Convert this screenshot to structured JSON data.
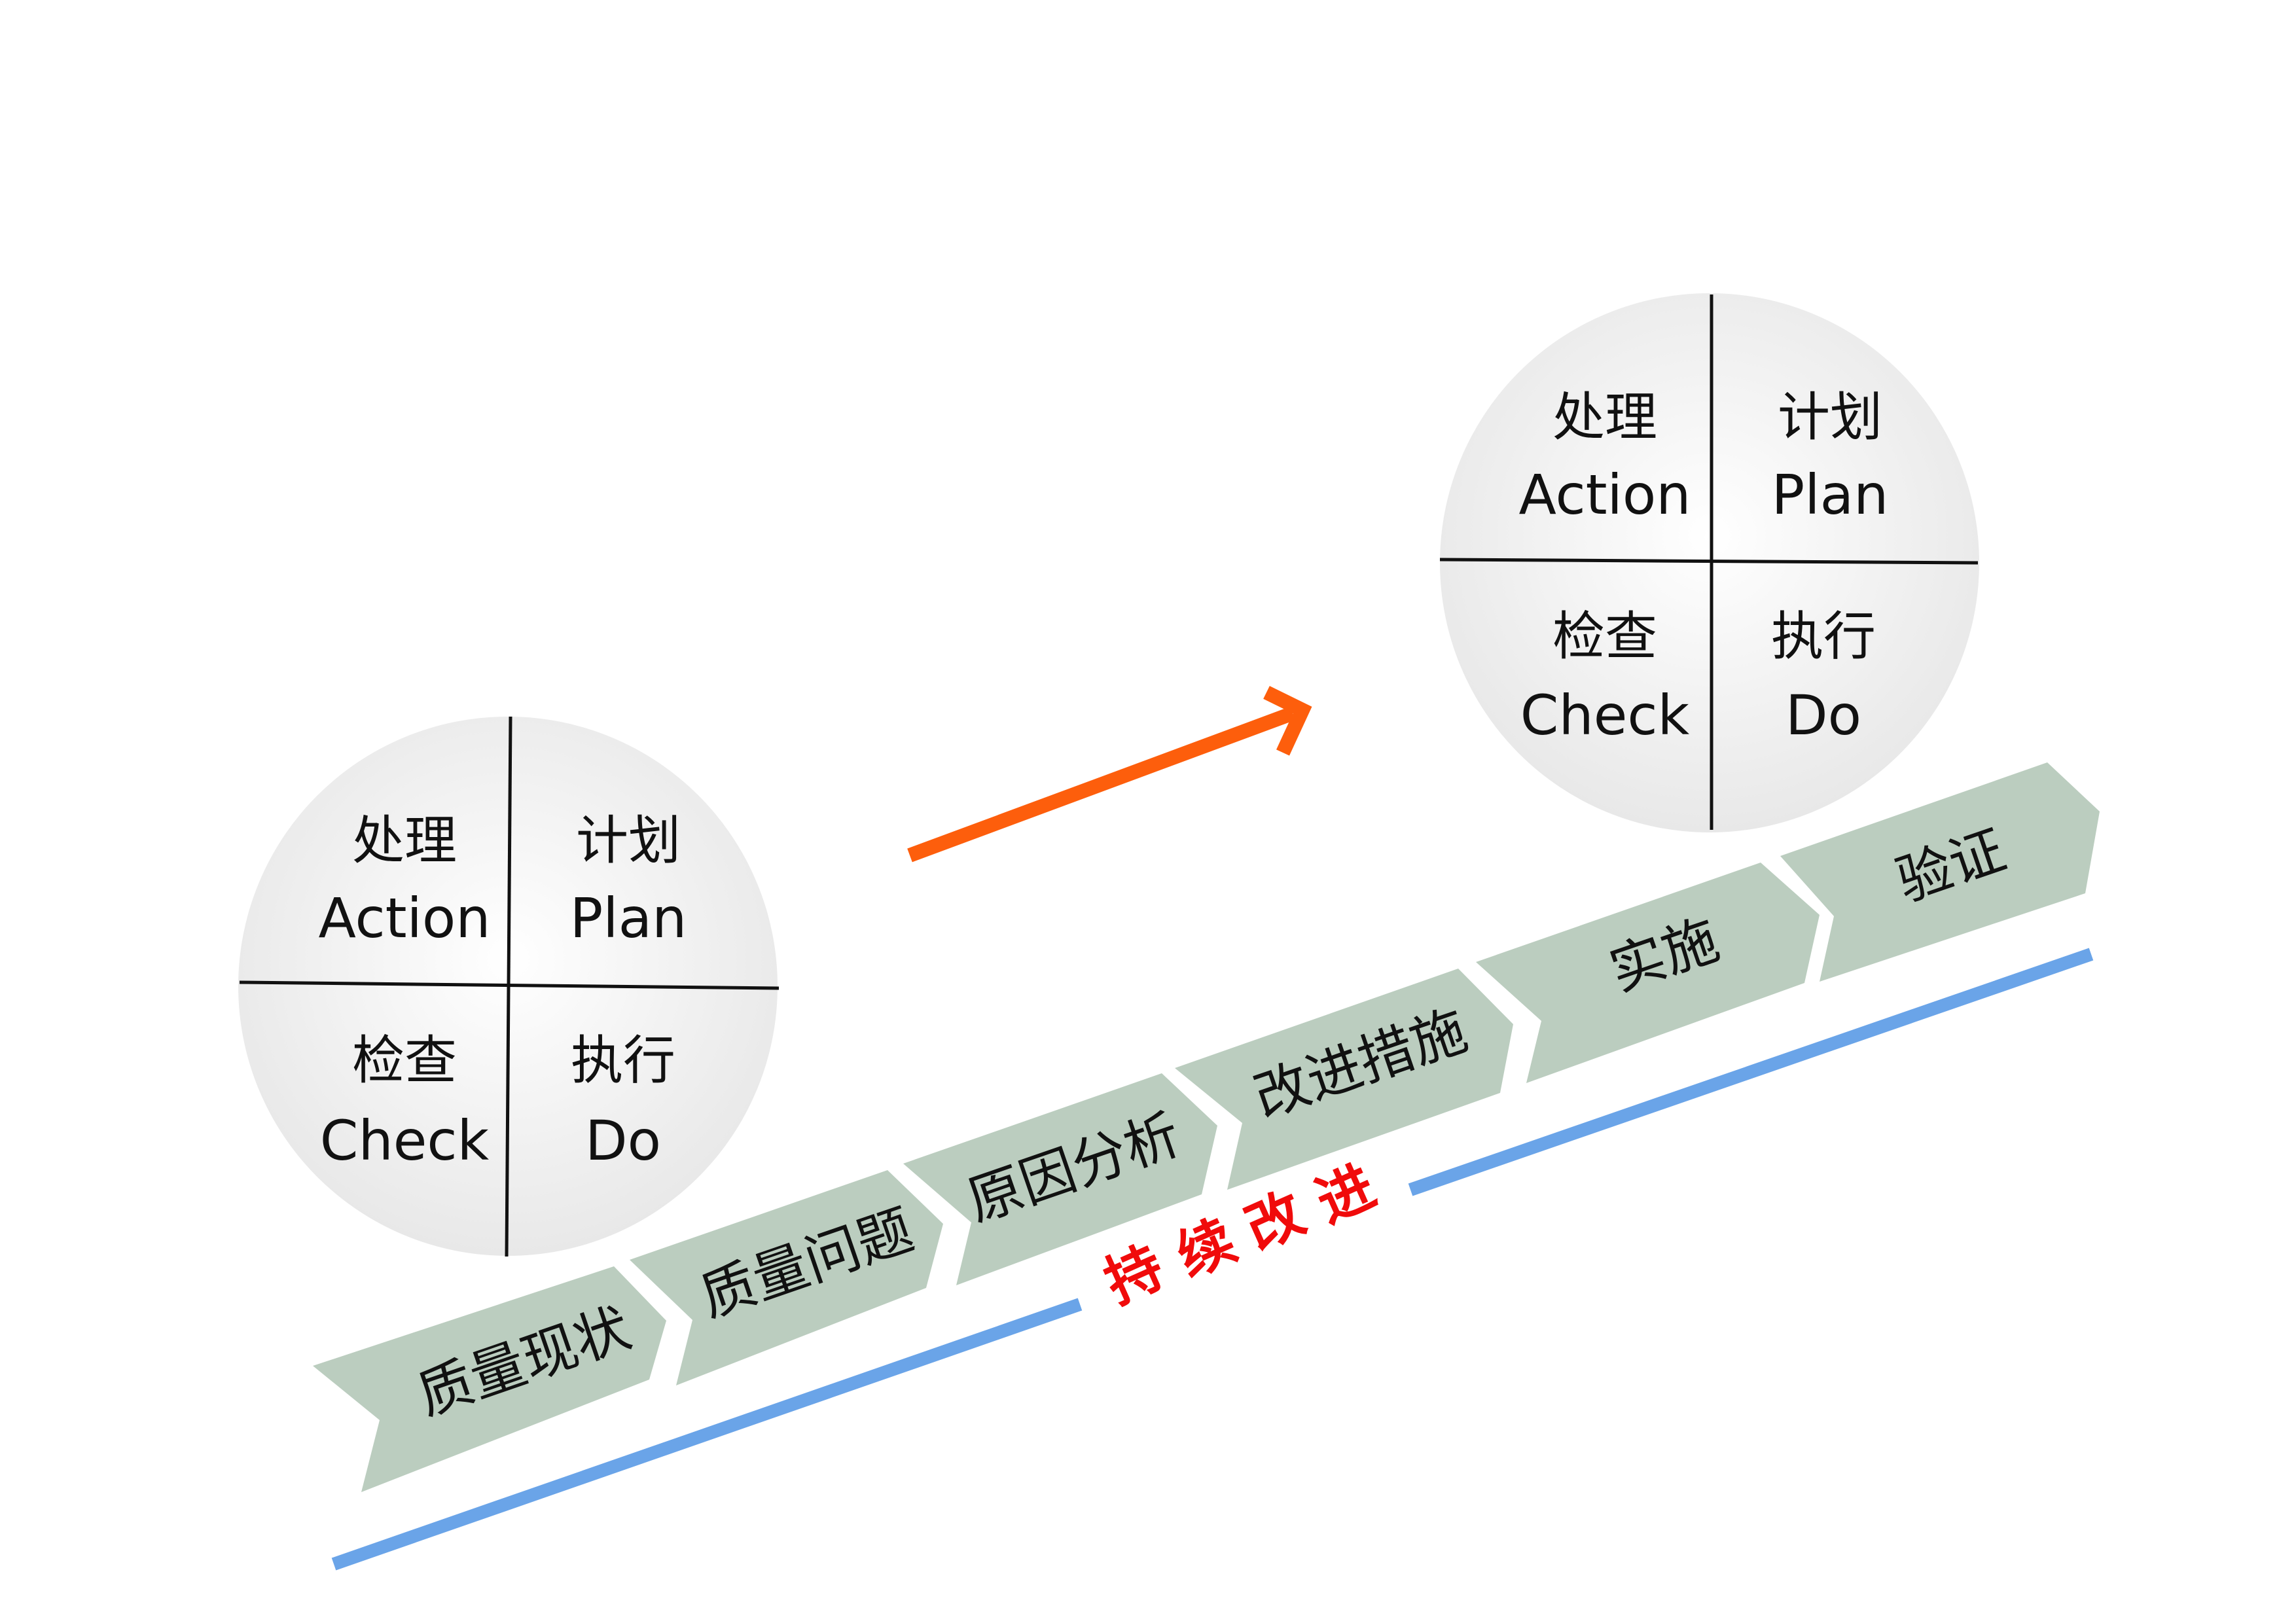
{
  "colors": {
    "background": "#ffffff",
    "step_fill": "#bbcdbf",
    "baseline": "#6aa4e8",
    "arrow": "#fd5e0c",
    "caption": "#f00b0b",
    "circle_light": "#ffffff",
    "circle_dark": "#e6e6e6"
  },
  "pdca_cycles": [
    {
      "quadrants": {
        "action": {
          "zh": "处理",
          "en": "Action"
        },
        "plan": {
          "zh": "计划",
          "en": "Plan"
        },
        "check": {
          "zh": "检查",
          "en": "Check"
        },
        "do": {
          "zh": "执行",
          "en": "Do"
        }
      }
    },
    {
      "quadrants": {
        "action": {
          "zh": "处理",
          "en": "Action"
        },
        "plan": {
          "zh": "计划",
          "en": "Plan"
        },
        "check": {
          "zh": "检查",
          "en": "Check"
        },
        "do": {
          "zh": "执行",
          "en": "Do"
        }
      }
    }
  ],
  "steps": [
    {
      "label": "质量现状"
    },
    {
      "label": "质量问题"
    },
    {
      "label": "原因分析"
    },
    {
      "label": "改进措施"
    },
    {
      "label": "实施"
    },
    {
      "label": "验证"
    }
  ],
  "caption": {
    "chars": [
      "持",
      "续",
      "改",
      "进"
    ]
  },
  "icons": {
    "progress_arrow": "arrow-up-right-icon"
  }
}
